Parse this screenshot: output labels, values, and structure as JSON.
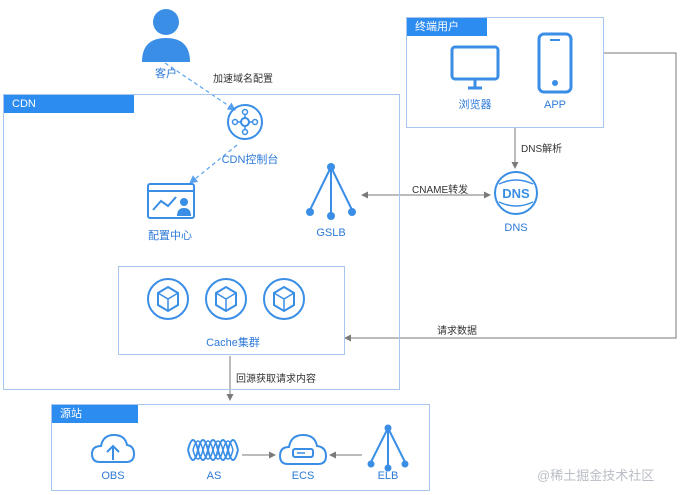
{
  "customer": {
    "label": "客户"
  },
  "end_user": {
    "title": "终端用户",
    "browser_label": "浏览器",
    "app_label": "APP"
  },
  "cdn": {
    "title": "CDN",
    "console_label": "CDN控制台",
    "config_center_label": "配置中心",
    "gslb_label": "GSLB",
    "cache_cluster_label": "Cache集群"
  },
  "dns": {
    "label": "DNS"
  },
  "origin": {
    "title": "源站",
    "obs_label": "OBS",
    "as_label": "AS",
    "ecs_label": "ECS",
    "elb_label": "ELB"
  },
  "edges": {
    "accelerate_config": "加速域名配置",
    "dns_resolve": "DNS解析",
    "cname_forward": "CNAME转发",
    "request_data": "请求数据",
    "back_to_origin": "回源获取请求内容"
  },
  "watermark": "@稀土掘金技术社区",
  "colors": {
    "accent": "#2d8cf0",
    "icon": "#3a8ee6",
    "line": "#7a7a7a"
  }
}
